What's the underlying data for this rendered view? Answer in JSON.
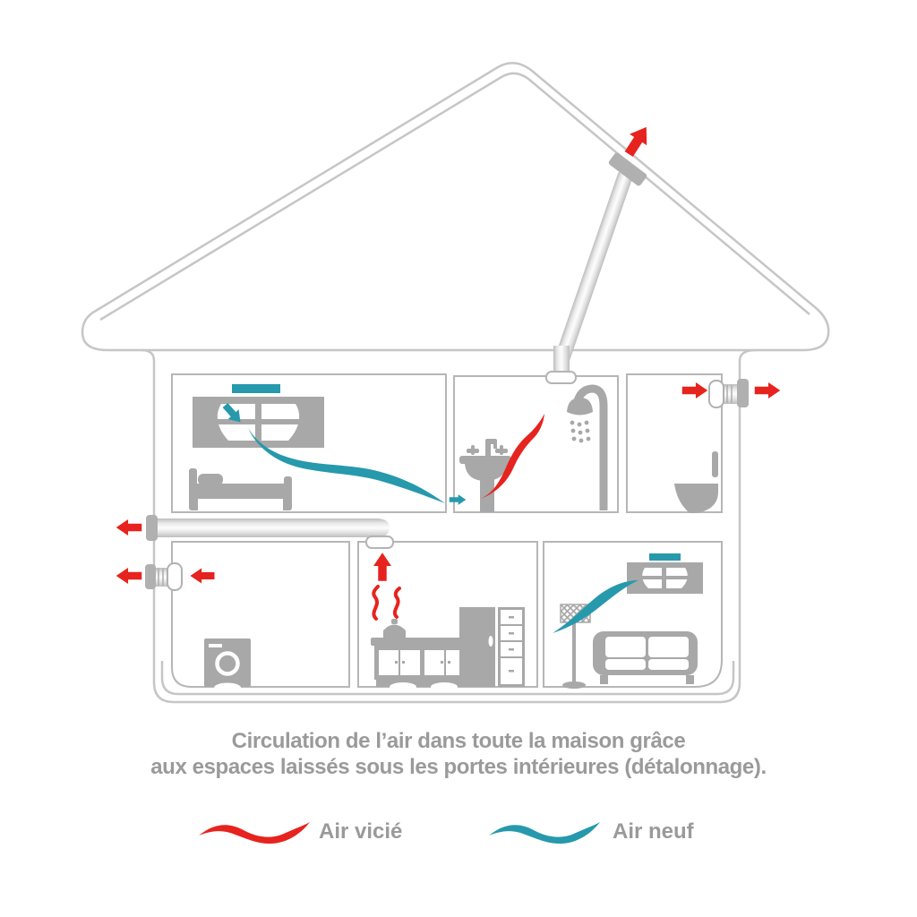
{
  "caption": {
    "line1": "Circulation de l’air dans toute la maison grâce",
    "line2": "aux espaces laissés sous les portes intérieures (détalonnage)."
  },
  "legend": {
    "stale_air": {
      "label": "Air vicié",
      "color": "#e6231e"
    },
    "fresh_air": {
      "label": "Air neuf",
      "color": "#2799ac"
    }
  },
  "colors": {
    "stale_air": "#e6231e",
    "fresh_air": "#2799ac",
    "text_gray": "#9a9a9a",
    "outline_gray": "#c6c6c6",
    "room_border_gray": "#b6b6b6",
    "furniture_gray": "#a8a8a8",
    "duct_cap_gray": "#b0b0b0",
    "background": "#ffffff"
  },
  "diagram": {
    "icons": [
      "roof-duct-icon",
      "roof-cap-icon",
      "ceiling-vent-icon",
      "wall-fan-icon",
      "window-icon",
      "fresh-air-inlet-icon",
      "bed-icon",
      "sink-icon",
      "shower-icon",
      "toilet-icon",
      "washing-machine-icon",
      "kitchen-cabinets-icon",
      "cooking-pot-icon",
      "steam-icon",
      "sofa-icon",
      "floor-lamp-icon",
      "stale-air-arrow-icon",
      "fresh-air-arrow-icon",
      "stale-air-wave-icon",
      "fresh-air-wave-icon"
    ]
  }
}
